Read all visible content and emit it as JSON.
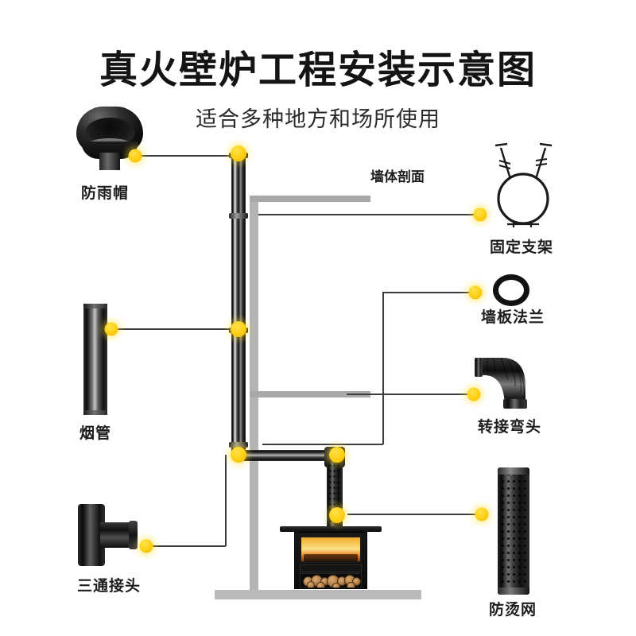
{
  "header": {
    "title": "真火壁炉工程安装示意图",
    "subtitle": "适合多种地方和场所使用"
  },
  "diagram": {
    "wall_section_label": "墙体剖面",
    "components": [
      {
        "id": "rain-cap",
        "label": "防雨帽",
        "side": "left"
      },
      {
        "id": "flue-pipe",
        "label": "烟管",
        "side": "left"
      },
      {
        "id": "tee-joint",
        "label": "三通接头",
        "side": "left"
      },
      {
        "id": "bracket",
        "label": "固定支架",
        "side": "right"
      },
      {
        "id": "wall-flange",
        "label": "墙板法兰",
        "side": "right"
      },
      {
        "id": "adapter-elbow",
        "label": "转接弯头",
        "side": "right"
      },
      {
        "id": "anti-scald-mesh",
        "label": "防烫网",
        "side": "right"
      }
    ]
  },
  "colors": {
    "accent_dot": "#ffd21a",
    "leader_line": "#3c3c3c",
    "wall": "#b4b4b4",
    "floor": "#b9b9b9",
    "pipe_dark": "#111111",
    "fire": "#f5c451",
    "background": "#ffffff"
  }
}
